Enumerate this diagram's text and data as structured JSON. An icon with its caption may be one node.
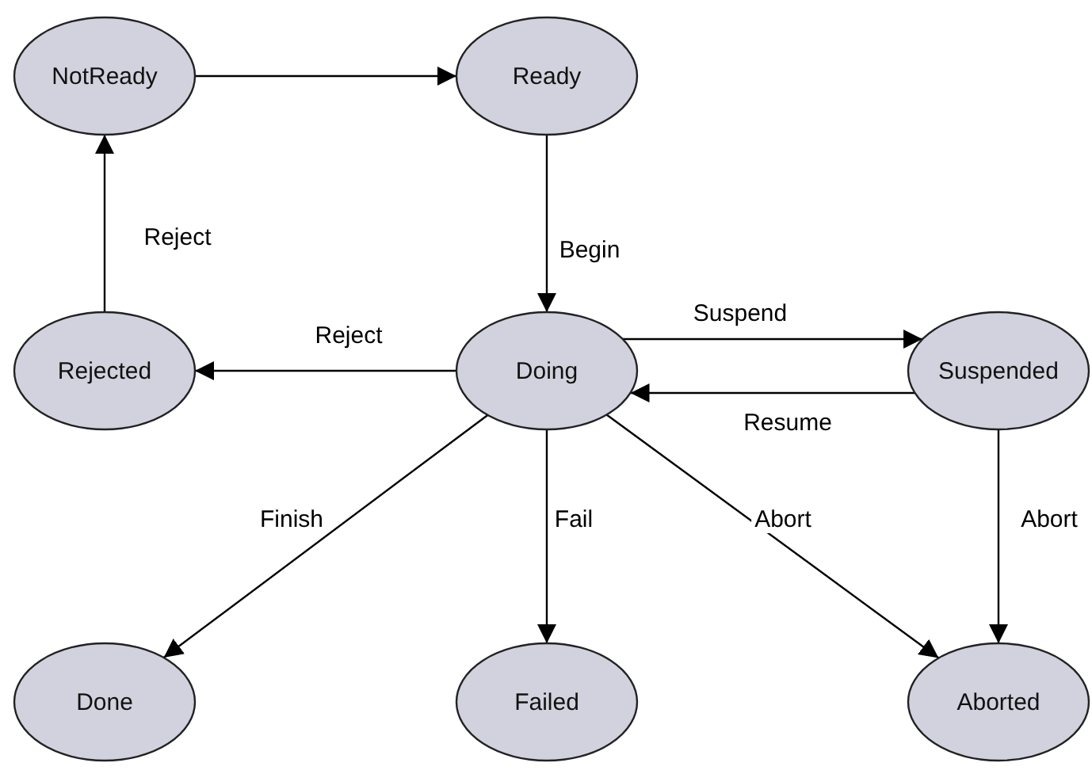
{
  "diagram": {
    "nodes": [
      {
        "text": [
          "NotReady"
        ]
      },
      {
        "text": [
          "Ready"
        ]
      },
      {
        "text": [
          "Rejected"
        ]
      },
      {
        "text": [
          "Doing"
        ]
      },
      {
        "text": [
          "Suspended"
        ]
      },
      {
        "text": [
          "Done"
        ]
      },
      {
        "text": [
          "Failed"
        ]
      },
      {
        "text": [
          "Aborted"
        ]
      }
    ],
    "edges": [
      {
        "from": 0,
        "to": 1,
        "arrow": "to"
      },
      {
        "from": 1,
        "to": 3,
        "arrow": "to",
        "label": "Begin"
      },
      {
        "from": 2,
        "to": 0,
        "arrow": "to",
        "label": "Reject"
      },
      {
        "from": 3,
        "to": 2,
        "arrow": "to",
        "label": "Reject"
      },
      {
        "from": 3,
        "to": 4,
        "arrow": "to",
        "label": "Suspend"
      },
      {
        "from": 4,
        "to": 3,
        "arrow": "to",
        "label": "Resume"
      },
      {
        "from": 3,
        "to": 5,
        "arrow": "to",
        "label": "Finish"
      },
      {
        "from": 3,
        "to": 6,
        "arrow": "to",
        "label": "Fail"
      },
      {
        "from": 3,
        "to": 7,
        "arrow": "to",
        "label": "Abort"
      },
      {
        "from": 4,
        "to": 7,
        "arrow": "to",
        "label": "Abort"
      }
    ]
  }
}
